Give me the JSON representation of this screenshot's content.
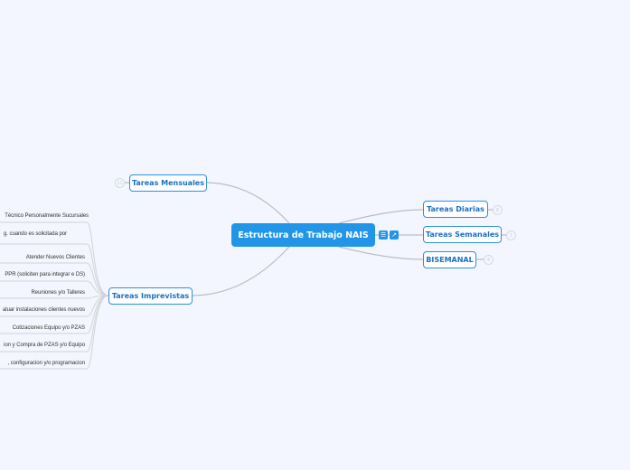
{
  "root": {
    "label": "Estructura de Trabajo NAIS",
    "icons": [
      "notes-icon",
      "link-icon"
    ]
  },
  "branches": {
    "mensuales": {
      "label": "Tareas Mensuales",
      "count": "11"
    },
    "imprevistas": {
      "label": "Tareas Imprevistas"
    },
    "diarias": {
      "label": "Tareas Diarias",
      "count": "8"
    },
    "semanales": {
      "label": "Tareas Semanales",
      "count": "1"
    },
    "bisemanal": {
      "label": "BISEMANAL",
      "count": "4"
    }
  },
  "imprevistas_items": [
    "Técnico Personalmente Sucursales",
    "g. cuando es solicitada por",
    "Atender Nuevos Clientes",
    "PPR (soliciten para integrar e DS)",
    "Reuniones y/o Talleres",
    "aluar instalaciones clientes nuevos",
    "Cotizaciones Equipo y/o PZAS",
    "ion y Compra de PZAS y/o Equipo",
    ", configuracion y/o programacion"
  ]
}
